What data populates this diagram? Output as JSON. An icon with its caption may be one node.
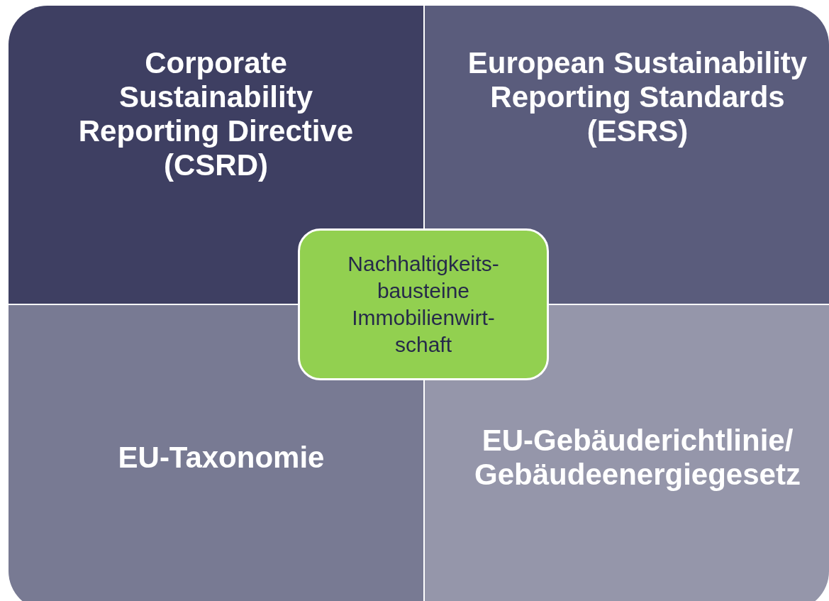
{
  "diagram": {
    "nodes": [
      {
        "text": [
          "Corporate Sustainability Reporting Directive (CSRD)"
        ]
      },
      {
        "text": [
          "European Sustainability Reporting Standards (ESRS)"
        ]
      },
      {
        "text": [
          "Nachhaltigkeits- bausteine Immobilienwirt- schaft"
        ]
      },
      {
        "text": [
          "EU-Taxonomie"
        ]
      },
      {
        "text": [
          "EU-Gebäuderichtlinie/ Gebäudeenergiegesetz"
        ]
      }
    ],
    "edges": []
  }
}
